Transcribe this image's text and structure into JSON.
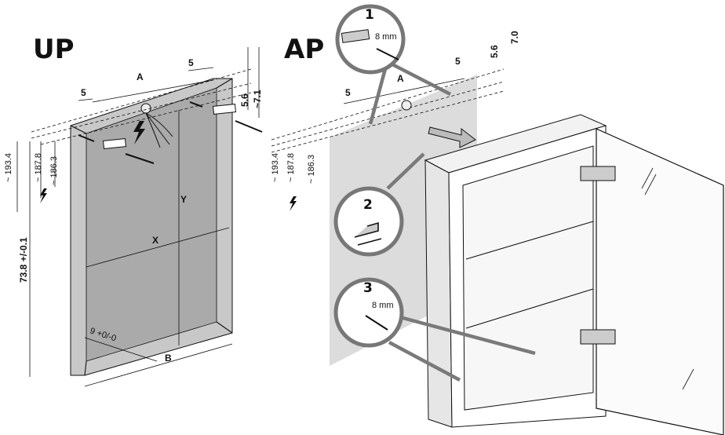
{
  "left": {
    "title": "UP",
    "dims": {
      "a": "A",
      "five_left": "5",
      "five_right": "5",
      "v56": "5.6",
      "v71": "~7.1",
      "h1934": "~ 193.4",
      "h1878": "~ 187.8",
      "h1863": "~ 186.3",
      "y": "Y",
      "x": "X",
      "h738": "73.8 +/-0.1",
      "nine": "9 +0/-0",
      "b": "B"
    }
  },
  "right": {
    "title": "AP",
    "dims": {
      "a": "A",
      "five_left": "5",
      "five_right": "5",
      "v56": "5.6",
      "v70": "7.0",
      "h1934": "~ 193.4",
      "h1878": "~ 187.8",
      "h1863": "~ 186.3"
    },
    "callouts": [
      {
        "number": "1",
        "label": "8 mm"
      },
      {
        "number": "2",
        "label": ""
      },
      {
        "number": "3",
        "label": "8 mm"
      }
    ]
  }
}
